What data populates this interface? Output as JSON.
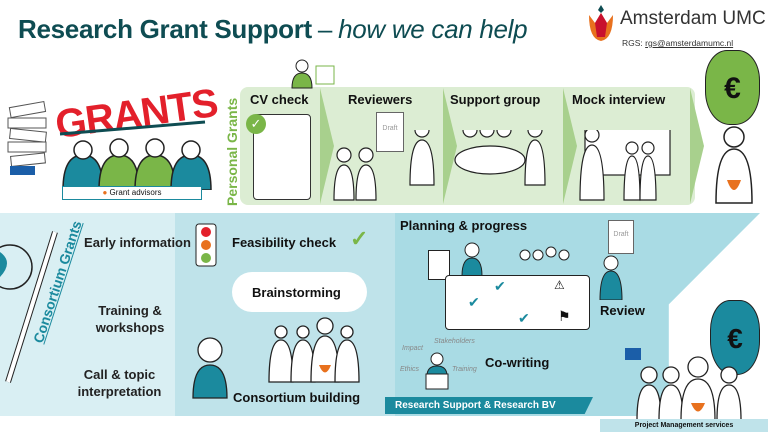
{
  "header": {
    "title_main": "Research Grant Support",
    "separator": "–",
    "title_sub": "how we can help",
    "logo_text": "Amsterdam UMC",
    "contact_label": "RGS:",
    "contact_email": "rgs@amsterdamumc.nl"
  },
  "personal": {
    "label": "Personal Grants",
    "steps": [
      "CV check",
      "Reviewers",
      "Support group",
      "Mock interview"
    ]
  },
  "grants": {
    "title": "GRANTS",
    "advisors": "Grant advisors"
  },
  "consortium": {
    "label": "Consortium Grants",
    "left_items": [
      "Early information",
      "Training & workshops",
      "Call & topic interpretation"
    ],
    "feasibility": "Feasibility check",
    "brainstorming": "Brainstorming",
    "building": "Consortium building",
    "planning": "Planning & progress",
    "review": "Review",
    "cowriting": "Co-writing",
    "cowriting_words": [
      "Impact",
      "Stakeholders",
      "Ethics",
      "Training"
    ],
    "rsbv": "Research Support & Research BV",
    "pms": "Project Management services"
  },
  "icons": {
    "euro": "€",
    "draft": "Draft"
  },
  "colors": {
    "title": "#0e4c52",
    "green": "#7ab648",
    "teal": "#1b8a9e",
    "red": "#e3202b"
  }
}
